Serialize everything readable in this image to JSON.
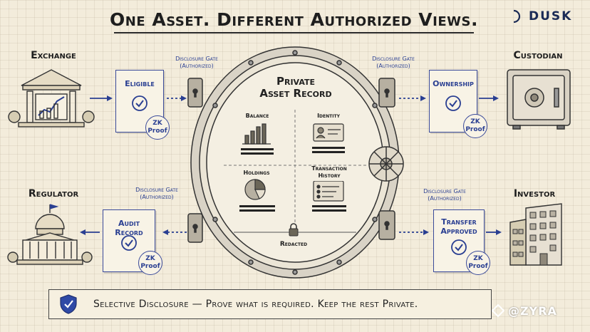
{
  "title": "One Asset. Different Authorized Views.",
  "brand": {
    "name": "DUSK"
  },
  "vault": {
    "title_line1": "Private",
    "title_line2": "Asset Record",
    "quadrants": [
      {
        "label": "Balance",
        "icon": "bar-chart-icon"
      },
      {
        "label": "Identity",
        "icon": "id-card-icon"
      },
      {
        "label": "Holdings",
        "icon": "pie-chart-icon"
      },
      {
        "label_line1": "Transaction",
        "label_line2": "History",
        "icon": "list-doc-icon"
      }
    ],
    "redacted_label": "Redacted"
  },
  "gate_label_line1": "Disclosure Gate",
  "gate_label_line2": "(Authorized)",
  "zk_line1": "ZK",
  "zk_line2": "Proof",
  "parties": {
    "exchange": {
      "label": "Exchange",
      "card_title": "Eligible"
    },
    "custodian": {
      "label": "Custodian",
      "card_title": "Ownership"
    },
    "regulator": {
      "label": "Regulator",
      "card_title": "Audit Record"
    },
    "investor": {
      "label": "Investor",
      "card_title_line1": "Transfer",
      "card_title_line2": "Approved"
    }
  },
  "footer": {
    "text": "Selective Disclosure — Prove what is required. Keep the rest Private."
  },
  "watermark": {
    "text": "@ZYRA"
  },
  "colors": {
    "ink": "#222222",
    "accent_blue": "#2a3f92",
    "paper": "#f3ecdb"
  }
}
